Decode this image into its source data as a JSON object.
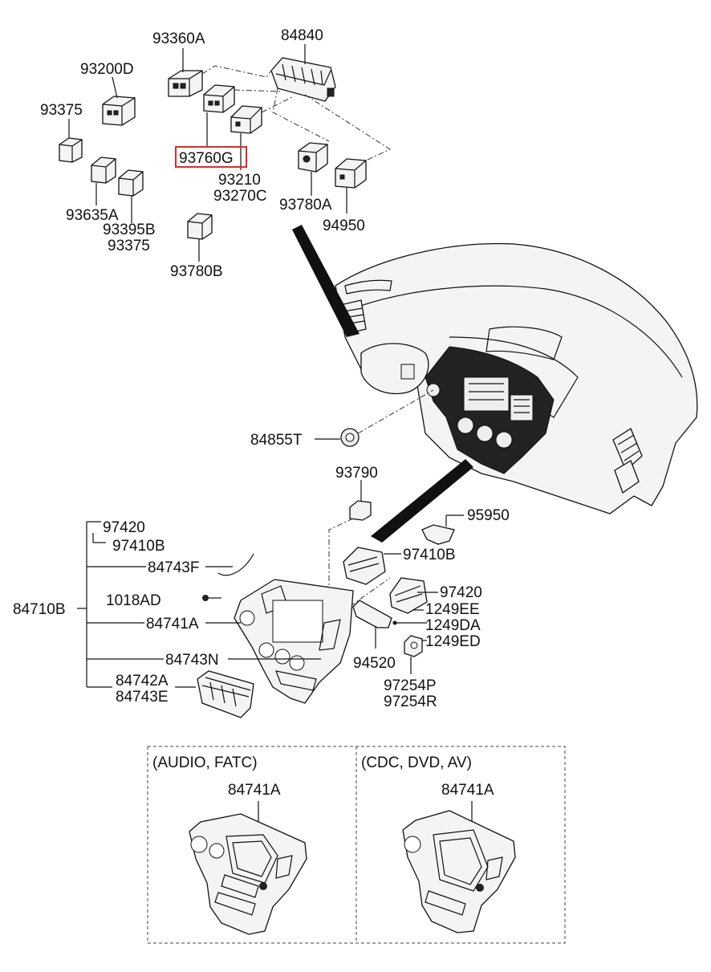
{
  "labels": {
    "p93360A": "93360A",
    "p84840": "84840",
    "p93200D": "93200D",
    "p93375a": "93375",
    "p93760G": "93760G",
    "p93210": "93210",
    "p93270C": "93270C",
    "p93780A": "93780A",
    "p94950": "94950",
    "p93635A": "93635A",
    "p93395B": "93395B",
    "p93375b": "93375",
    "p93780B": "93780B",
    "p84855T": "84855T",
    "p93790": "93790",
    "p95950": "95950",
    "p97420a": "97420",
    "p97410Ba": "97410B",
    "p84743F": "84743F",
    "p84710B": "84710B",
    "p1018AD": "1018AD",
    "p84741A": "84741A",
    "p84743N": "84743N",
    "p84742A": "84742A",
    "p84743E": "84743E",
    "p97410Bb": "97410B",
    "p97420b": "97420",
    "p1249EE": "1249EE",
    "p1249DA": "1249DA",
    "p1249ED": "1249ED",
    "p94520": "94520",
    "p97254P": "97254P",
    "p97254R": "97254R"
  },
  "variants": [
    {
      "condition": "(AUDIO, FATC)",
      "part": "84741A"
    },
    {
      "condition": "(CDC, DVD, AV)",
      "part": "84741A"
    }
  ],
  "highlight": {
    "part": "93760G",
    "color": "#e32a2a"
  }
}
